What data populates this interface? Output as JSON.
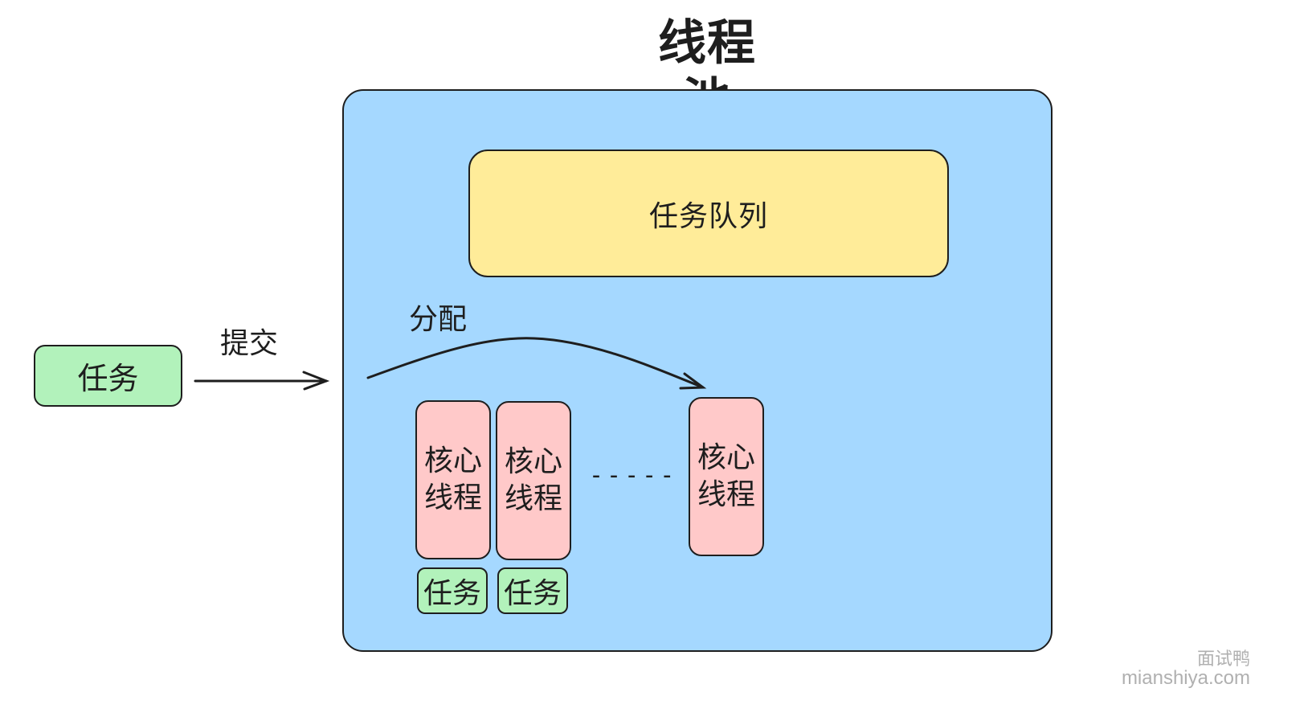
{
  "title": "线程池",
  "submitter": {
    "task_label": "任务",
    "submit_label": "提交"
  },
  "pool": {
    "queue_label": "任务队列",
    "dispatch_label": "分配",
    "ellipsis": "-----",
    "threads": [
      {
        "line1": "核心",
        "line2": "线程",
        "task": "任务"
      },
      {
        "line1": "核心",
        "line2": "线程",
        "task": "任务"
      },
      {
        "line1": "核心",
        "line2": "线程"
      }
    ]
  },
  "watermark": {
    "name": "面试鸭",
    "site": "mianshiya.com"
  },
  "colors": {
    "pool_fill": "#a5d8ff",
    "queue_fill": "#ffec99",
    "task_fill": "#b2f2bb",
    "thread_fill": "#ffc9c9",
    "stroke": "#1e1e1e"
  }
}
